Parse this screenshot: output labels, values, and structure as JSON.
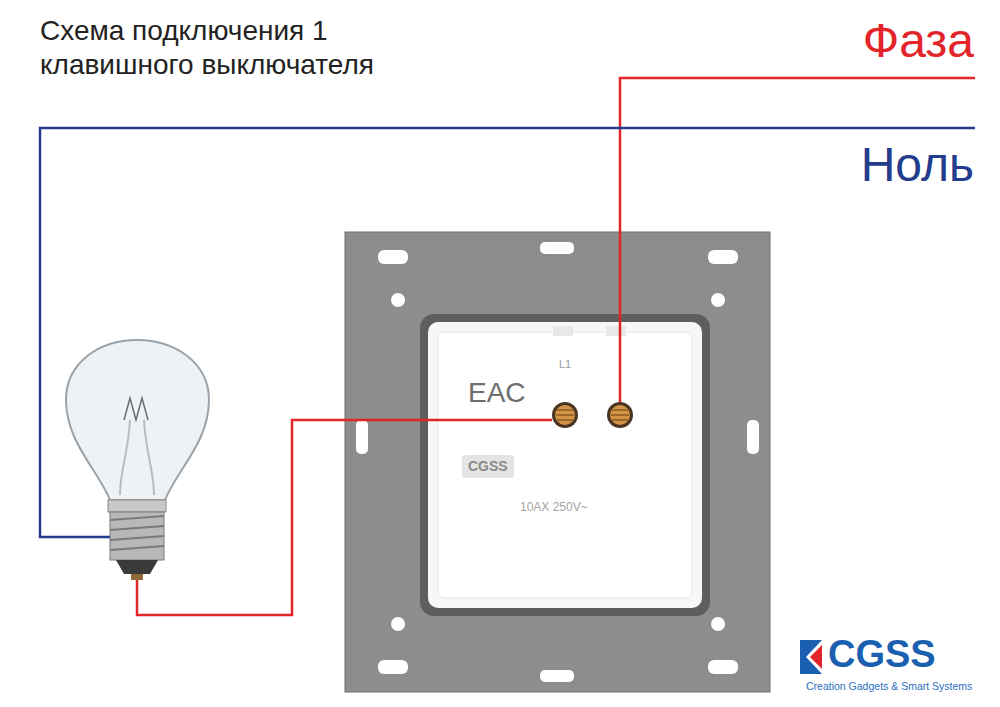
{
  "diagram": {
    "title": "Схема подключения 1 клавишного выключателя",
    "labels": [
      "Фаза",
      "Ноль",
      "EAC",
      "L1",
      "CGSS",
      "10AX 250V~",
      "CGSS",
      "Creation Gadgets & Smart Systems"
    ]
  }
}
